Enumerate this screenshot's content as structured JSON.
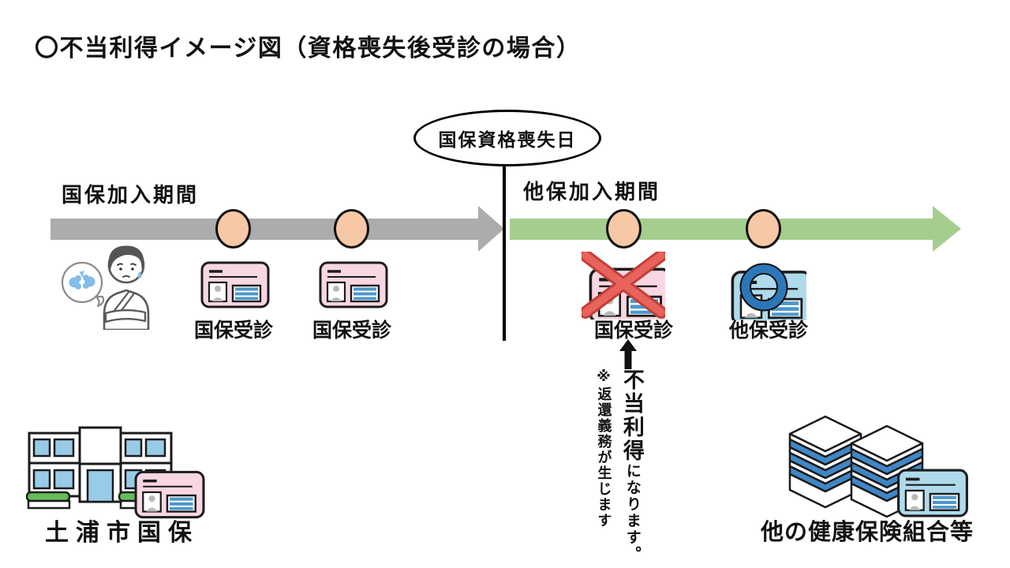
{
  "title": "〇不当利得イメージ図（資格喪失後受診の場合）",
  "milestone": {
    "label": "国保資格喪失日"
  },
  "periods": {
    "left": "国保加入期間",
    "right": "他保加入期間"
  },
  "visits": [
    {
      "label": "国保受診",
      "insurer": "kokuho",
      "mark": "none"
    },
    {
      "label": "国保受診",
      "insurer": "kokuho",
      "mark": "none"
    },
    {
      "label": "国保受診",
      "insurer": "kokuho",
      "mark": "cross"
    },
    {
      "label": "他保受診",
      "insurer": "other",
      "mark": "circle"
    }
  ],
  "annotation": {
    "emphasis": "不当利得",
    "suffix": "になります。",
    "note": "※返還義務が生じます"
  },
  "organizations": {
    "left": "土浦市国保",
    "right": "他の健康保険組合等"
  },
  "colors": {
    "timeline_past": "#ACACAC",
    "timeline_current": "#A5CE8E",
    "event_dot": "#F6C8A6",
    "kokuho_card": "#F8D6E2",
    "other_card": "#AEDAEB",
    "stripe_blue": "#4D97CB",
    "window_blue": "#97CBE8",
    "hedge_green": "#63BD59",
    "layer_blue": "#3F87C5",
    "cross_red": "#E8635A",
    "cross_red_outline": "#BF4038",
    "circle_blue": "#2C77B8",
    "pain_blue": "#85BCE8"
  }
}
